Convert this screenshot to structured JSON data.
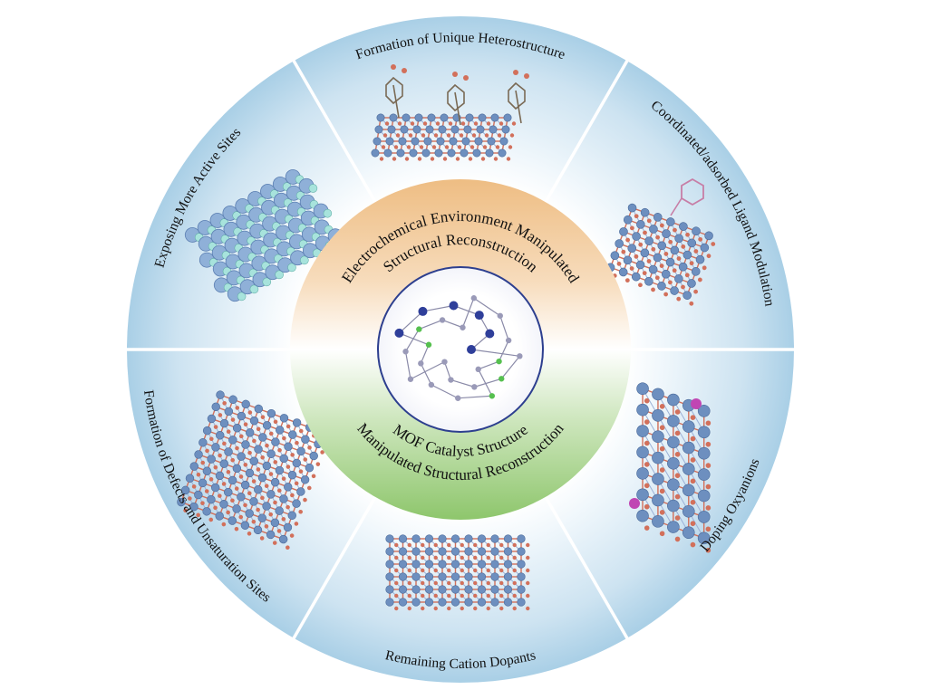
{
  "center": {
    "top_text": [
      "Electrochemical Environment Manipulated",
      "Structural Reconstruction"
    ],
    "bottom_text": [
      "MOF Catalyst Structure",
      "Manipulated Structural Reconstruction"
    ],
    "image_icon": "mof-crystal-structure-icon"
  },
  "segments": [
    {
      "label": "Formation of Unique Heterostructure",
      "icon": "heterostructure-lattice-icon"
    },
    {
      "label": "Coordinated/adsorbed Ligand Modulation",
      "icon": "ligand-lattice-icon"
    },
    {
      "label": "Doping Oxyanions",
      "icon": "oxyanion-lattice-icon"
    },
    {
      "label": "Remaining Cation Dopants",
      "icon": "cation-dopant-lattice-icon"
    },
    {
      "label": "Formation of Defects and Unsaturation Sites",
      "icon": "defect-lattice-icon"
    },
    {
      "label": "Exposing More Active Sites",
      "icon": "active-sites-cluster-icon"
    }
  ],
  "colors": {
    "outer_ring_edge": "#a9cfe6",
    "outer_ring_center": "#f4f9fd",
    "core_top": "#f2c58e",
    "core_bottom": "#9ccf7e",
    "core_border": "#2d3f8f",
    "metal_atom": "#6d8fbf",
    "oxygen_atom": "#d2705b"
  }
}
